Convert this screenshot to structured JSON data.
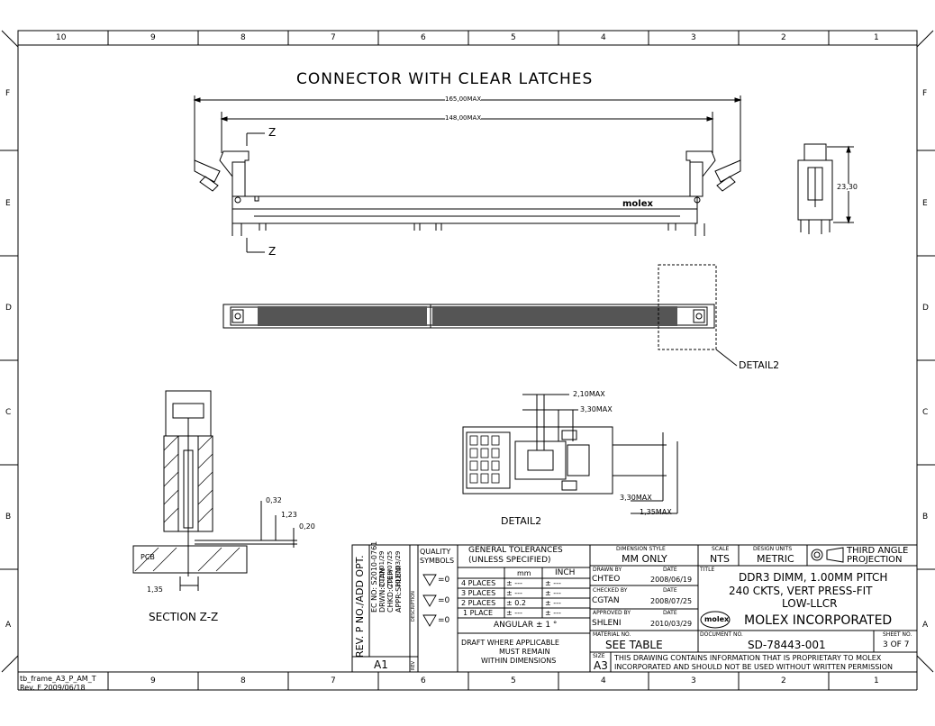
{
  "frame": {
    "columns_top": [
      "10",
      "9",
      "8",
      "7",
      "6",
      "5",
      "4",
      "3",
      "2",
      "1"
    ],
    "columns_bottom": [
      "9",
      "8",
      "7",
      "6",
      "5",
      "4",
      "3",
      "2",
      "1"
    ],
    "rows": [
      "F",
      "E",
      "D",
      "C",
      "B",
      "A"
    ],
    "frame_id": "tb_frame_A3_P_AM_T",
    "frame_rev": "Rev. F 2009/06/18"
  },
  "views": {
    "main_title": "CONNECTOR WITH CLEAR LATCHES",
    "dim_overall": "165,00MAX",
    "dim_inner": "148,00MAX",
    "section_marker": "Z",
    "brand_mark": "molex",
    "dim_height": "23,30",
    "detail_callout": "DETAIL2",
    "detail_label": "DETAIL2",
    "detail_dim_a": "2,10MAX",
    "detail_dim_b": "3,30MAX",
    "detail_dim_c": "3,30MAX",
    "detail_dim_d": "1,35MAX",
    "section_label": "SECTION Z-Z",
    "sec_dim_1": "0,32",
    "sec_dim_2": "1,23",
    "sec_dim_3": "0,20",
    "sec_dim_4": "1,35",
    "pcb_label": "PCB"
  },
  "title_block": {
    "rev_header": "REV. P NO./ADD OPT.",
    "ec_no": "EC NO: S2010-0761",
    "drwn": "DRWN:CTAN",
    "chkd": "CHKD:CTEH",
    "appr": "APPR:SHLENI",
    "date_1": "2010/01/29",
    "date_2": "2010/07/25",
    "date_3": "2010/03/29",
    "desc_label": "DESCRIPTION",
    "rev_value": "A1",
    "rev_label": "REV",
    "quality": "QUALITY SYMBOLS",
    "sym_eq": "=0",
    "tol_title_1": "GENERAL TOLERANCES",
    "tol_title_2": "(UNLESS SPECIFIED)",
    "unit_mm": "mm",
    "unit_inch": "INCH",
    "tol_rows": [
      {
        "label": "4 PLACES",
        "mm": "± ---",
        "inch": "± ---"
      },
      {
        "label": "3 PLACES",
        "mm": "± ---",
        "inch": "± ---"
      },
      {
        "label": "2 PLACES",
        "mm": "± 0.2",
        "inch": "± ---"
      },
      {
        "label": "1 PLACE",
        "mm": "± ---",
        "inch": "± ---"
      }
    ],
    "angular": "ANGULAR ± 1 °",
    "draft_1": "DRAFT WHERE APPLICABLE",
    "draft_2": "MUST REMAIN",
    "draft_3": "WITHIN DIMENSIONS",
    "dim_style_label": "DIMENSION STYLE",
    "dim_style": "MM ONLY",
    "scale_label": "SCALE",
    "scale": "NTS",
    "units_label": "DESIGN UNITS",
    "units": "METRIC",
    "projection_1": "THIRD ANGLE",
    "projection_2": "PROJECTION",
    "drawn_by_label": "DRAWN BY",
    "drawn_by": "CHTEO",
    "drawn_date": "2008/06/19",
    "checked_by_label": "CHECKED BY",
    "checked_by": "CGTAN",
    "checked_date": "2008/07/25",
    "approved_by_label": "APPROVED BY",
    "approved_by": "SHLENI",
    "approved_date": "2010/03/29",
    "date_label": "DATE",
    "title_label": "TITLE",
    "title_1": "DDR3 DIMM, 1.00MM PITCH",
    "title_2": "240 CKTS, VERT PRESS-FIT",
    "title_3": "LOW-LLCR",
    "company_logo": "molex",
    "company": "MOLEX INCORPORATED",
    "material_label": "MATERIAL NO.",
    "material": "SEE TABLE",
    "document_label": "DOCUMENT NO.",
    "document": "SD-78443-001",
    "sheet_label": "SHEET NO.",
    "sheet": "3 OF 7",
    "size_label": "SIZE",
    "size": "A3",
    "notice_1": "THIS DRAWING CONTAINS INFORMATION THAT IS PROPRIETARY TO MOLEX",
    "notice_2": "INCORPORATED AND SHOULD NOT BE USED WITHOUT WRITTEN PERMISSION"
  }
}
